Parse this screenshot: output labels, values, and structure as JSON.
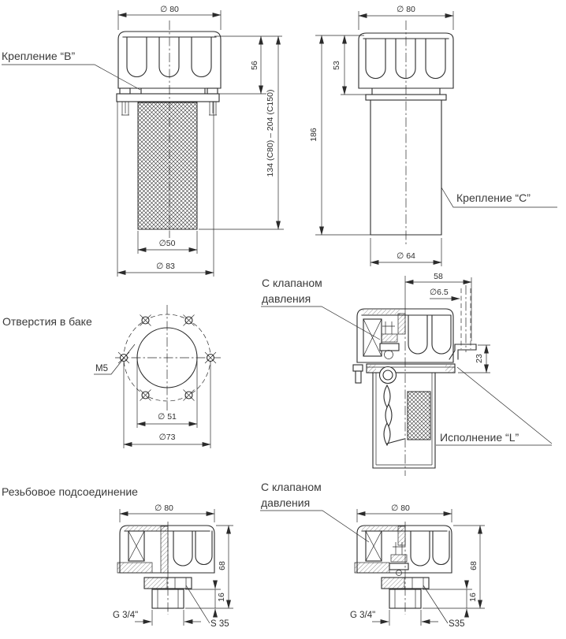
{
  "figures": {
    "mount_b": {
      "label": "Крепление “B”",
      "dia_cap": "∅ 80",
      "cap_height": "56",
      "total_height": "134 (C80) – 204 (C150)",
      "dia_mesh": "∅50",
      "dia_flange": "∅ 83"
    },
    "mount_c": {
      "label": "Крепление “C”",
      "dia_cap": "∅ 80",
      "cap_height": "53",
      "total_height": "186",
      "dia_tube": "∅ 64"
    },
    "tank_holes": {
      "title": "Отверстия в баке",
      "hole_thread": "M5",
      "dia_inner": "∅ 51",
      "dia_bolt_circle": "∅73"
    },
    "valve_l": {
      "label_line1": "С клапаном",
      "label_line2": "давления",
      "width": "58",
      "dia_hole": "∅6.5",
      "bracket_offset": "23",
      "version": "Исполнение “L”"
    },
    "threaded": {
      "title": "Резьбовое подсоединение",
      "dia_cap": "∅ 80",
      "height": "68",
      "thread_length": "16",
      "thread_size": "G 3/4\"",
      "wrench_size": "S 35"
    },
    "threaded_valve": {
      "label_line1": "С клапаном",
      "label_line2": "давления",
      "dia_cap": "∅ 80",
      "height": "68",
      "thread_length": "16",
      "thread_size": "G 3/4\"",
      "wrench_size": "S35"
    }
  },
  "colors": {
    "line": "#2b2b2b",
    "label_text": "#3a3a3a",
    "dim_text": "#2f2f2f",
    "background": "#ffffff"
  }
}
